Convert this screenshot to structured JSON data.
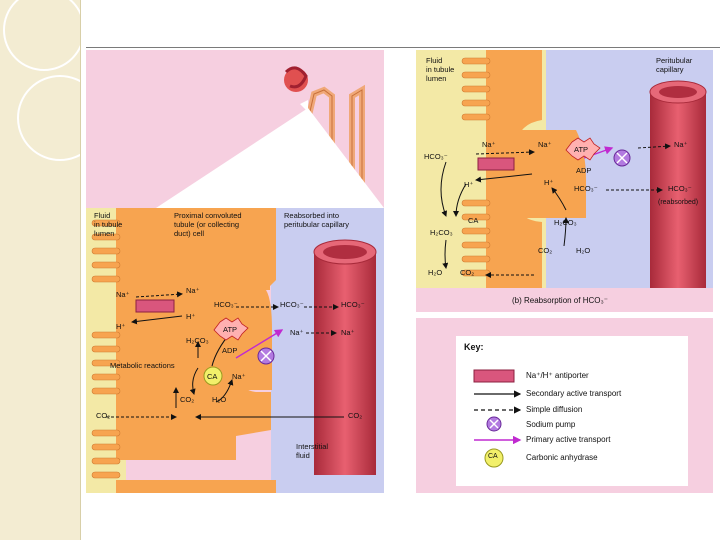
{
  "panel_a": {
    "fluid_lumen": "Fluid\nin tubule\nlumen",
    "cell_label": "Proximal convoluted\ntubule (or collecting\nduct) cell",
    "reabsorbed": "Reabsorbed into\nperitubular capillary",
    "interstitial": "Interstitial\nfluid",
    "metabolic": "Metabolic reactions",
    "na_lumen": "Na⁺",
    "h_lumen": "H⁺",
    "na_cell": "Na⁺",
    "h_cell": "H⁺",
    "hco3_cell": "HCO₃⁻",
    "hco3_int": "HCO₃⁻",
    "hco3_cap": "HCO₃⁻",
    "h2co3": "H₂CO₃",
    "atp": "ATP",
    "adp": "ADP",
    "ca": "CA",
    "na_pump": "Na⁺",
    "na_int": "Na⁺",
    "na_cap": "Na⁺",
    "co2_cell": "CO₂",
    "h2o_cell": "H₂O",
    "co2_lumen": "CO₂",
    "co2_cap": "CO₂"
  },
  "panel_b": {
    "fluid_lumen": "Fluid\nin tubule\nlumen",
    "capillary": "Peritubular\ncapillary",
    "na_lumen": "Na⁺",
    "hco3_lumen": "HCO₃⁻",
    "h_lumen": "H⁺",
    "ca": "CA",
    "h2co3_lumen": "H₂CO₃",
    "h2o_lumen": "H₂O",
    "co2_lumen": "CO₂",
    "na_cell": "Na⁺",
    "atp": "ATP",
    "adp": "ADP",
    "h_cell": "H⁺",
    "hco3_cell": "HCO₃⁻",
    "h2co3_cell": "H₂CO₃",
    "co2_cell": "CO₂",
    "h2o_cell": "H₂O",
    "na_cap": "Na⁺",
    "hco3_cap": "HCO₃⁻",
    "reabsorbed": "(reabsorbed)",
    "caption": "(b) Reabsorption of HCO₃⁻"
  },
  "key": {
    "title": "Key:",
    "items": [
      "Na⁺/H⁺ antiporter",
      "Secondary active transport",
      "Simple diffusion",
      "Sodium pump",
      "Primary active transport",
      "Carbonic anhydrase"
    ],
    "ca_label": "CA"
  },
  "colors": {
    "lumen": "#f3e9a6",
    "cell": "#f7a450",
    "interstitial": "#c9cdf0",
    "capillary": "#d94e5d",
    "panel_bg": "#f6cfe0",
    "antiporter": "#d9567d",
    "pump": "#9d4fd0",
    "carbonic_anhydrase": "#f2f06a"
  }
}
